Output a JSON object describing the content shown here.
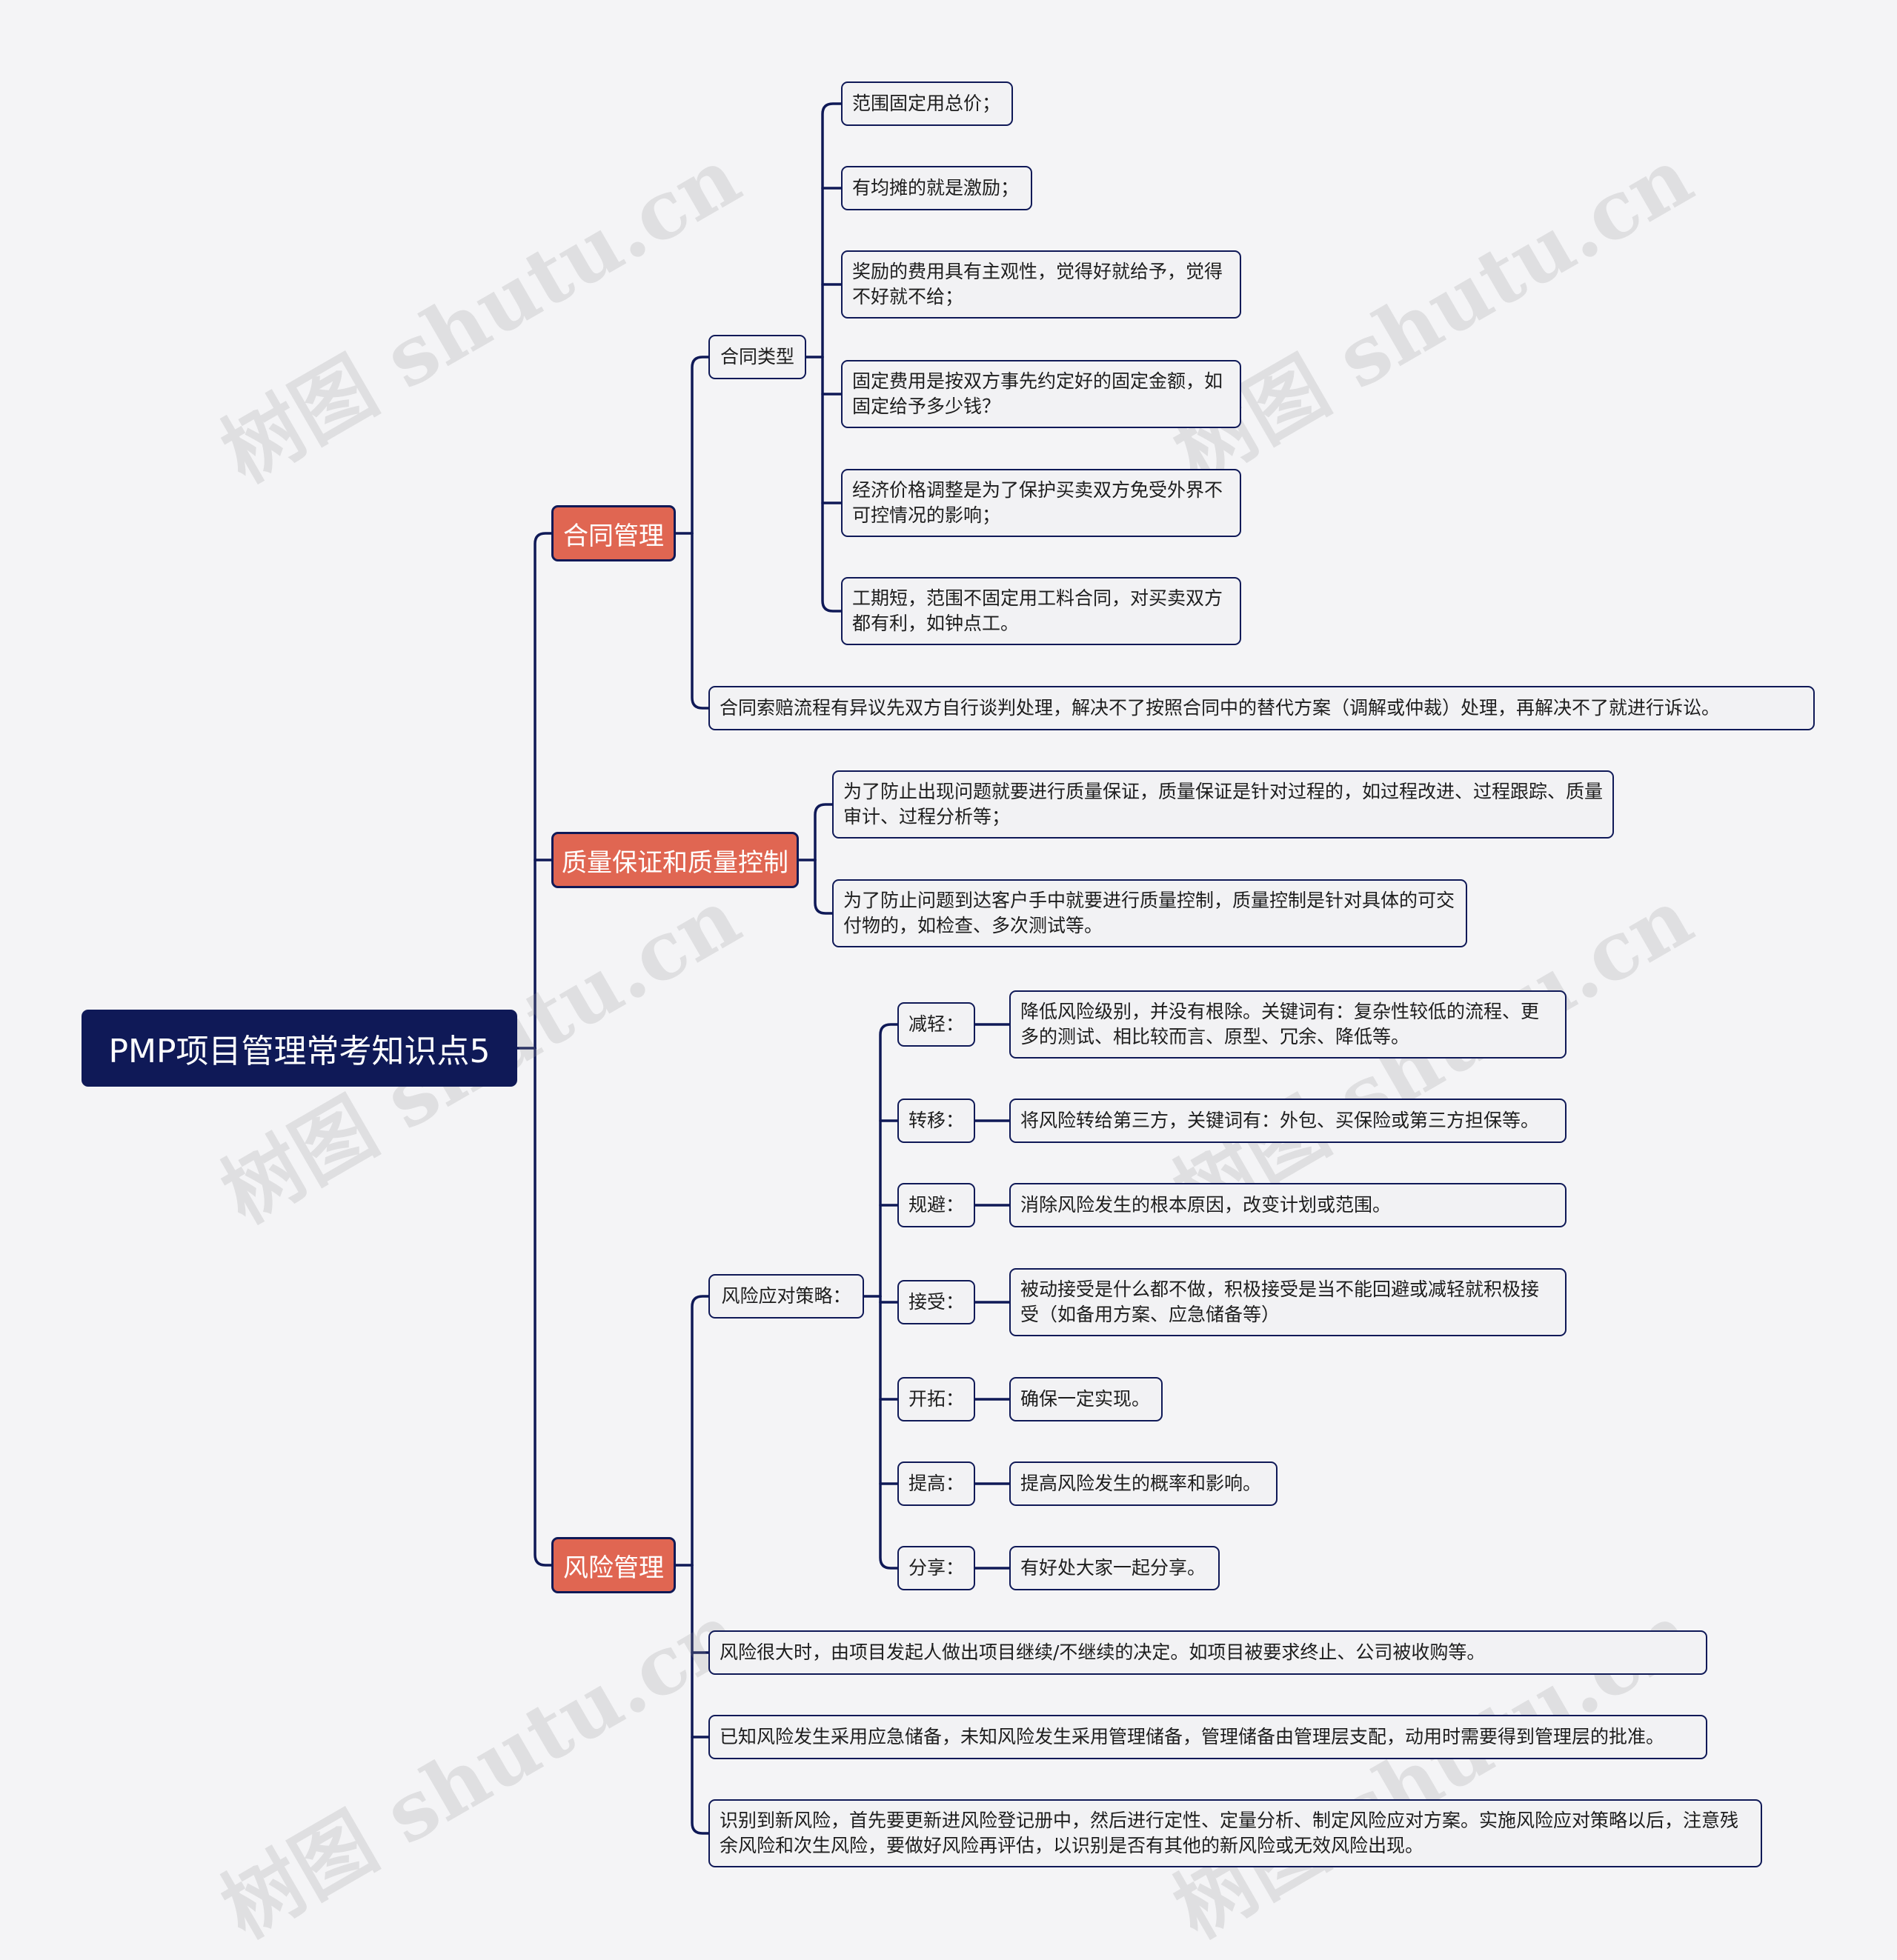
{
  "root": "PMP项目管理常考知识点5",
  "contract": {
    "title": "合同管理",
    "types_label": "合同类型",
    "types": [
      "范围固定用总价；",
      "有均摊的就是激励；",
      "奖励的费用具有主观性，觉得好就给予，觉得不好就不给；",
      "固定费用是按双方事先约定好的固定金额，如固定给予多少钱？",
      "经济价格调整是为了保护买卖双方免受外界不可控情况的影响；",
      "工期短，范围不固定用工料合同，对买卖双方都有利，如钟点工。"
    ],
    "claim": "合同索赔流程有异议先双方自行谈判处理，解决不了按照合同中的替代方案（调解或仲裁）处理，再解决不了就进行诉讼。"
  },
  "quality": {
    "title": "质量保证和质量控制",
    "items": [
      "为了防止出现问题就要进行质量保证，质量保证是针对过程的，如过程改进、过程跟踪、质量审计、过程分析等；",
      "为了防止问题到达客户手中就要进行质量控制，质量控制是针对具体的可交付物的，如检查、多次测试等。"
    ]
  },
  "risk": {
    "title": "风险管理",
    "strategy_label": "风险应对策略：",
    "strategies": [
      {
        "label": "减轻：",
        "desc": "降低风险级别，并没有根除。关键词有：复杂性较低的流程、更多的测试、相比较而言、原型、冗余、降低等。"
      },
      {
        "label": "转移：",
        "desc": "将风险转给第三方，关键词有：外包、买保险或第三方担保等。"
      },
      {
        "label": "规避：",
        "desc": "消除风险发生的根本原因，改变计划或范围。"
      },
      {
        "label": "接受：",
        "desc": "被动接受是什么都不做，积极接受是当不能回避或减轻就积极接受（如备用方案、应急储备等）"
      },
      {
        "label": "开拓：",
        "desc": "确保一定实现。"
      },
      {
        "label": "提高：",
        "desc": "提高风险发生的概率和影响。"
      },
      {
        "label": "分享：",
        "desc": "有好处大家一起分享。"
      }
    ],
    "notes": [
      "风险很大时，由项目发起人做出项目继续/不继续的决定。如项目被要求终止、公司被收购等。",
      "已知风险发生采用应急储备，未知风险发生采用管理储备，管理储备由管理层支配，动用时需要得到管理层的批准。",
      "识别到新风险，首先要更新进风险登记册中，然后进行定性、定量分析、制定风险应对方案。实施风险应对策略以后，注意残余风险和次生风险，要做好风险再评估，以识别是否有其他的新风险或无效风险出现。"
    ]
  },
  "watermark": "树图 shutu.cn",
  "colors": {
    "line": "#0f1957",
    "root_bg": "#0f1957",
    "branch_bg": "#e06652",
    "leaf_bg": "#f2f2f4",
    "page_bg": "#f4f4f6"
  }
}
